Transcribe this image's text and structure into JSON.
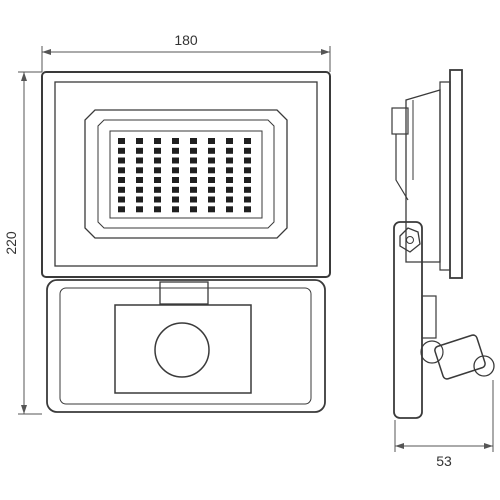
{
  "dimensions": {
    "width_label": "180",
    "height_label": "220",
    "depth_label": "53"
  },
  "led_grid": {
    "rows": 8,
    "cols": 8
  },
  "colors": {
    "line": "#3a3a3a",
    "dim_line": "#555555",
    "led": "#1f1f1f",
    "text": "#333333"
  }
}
